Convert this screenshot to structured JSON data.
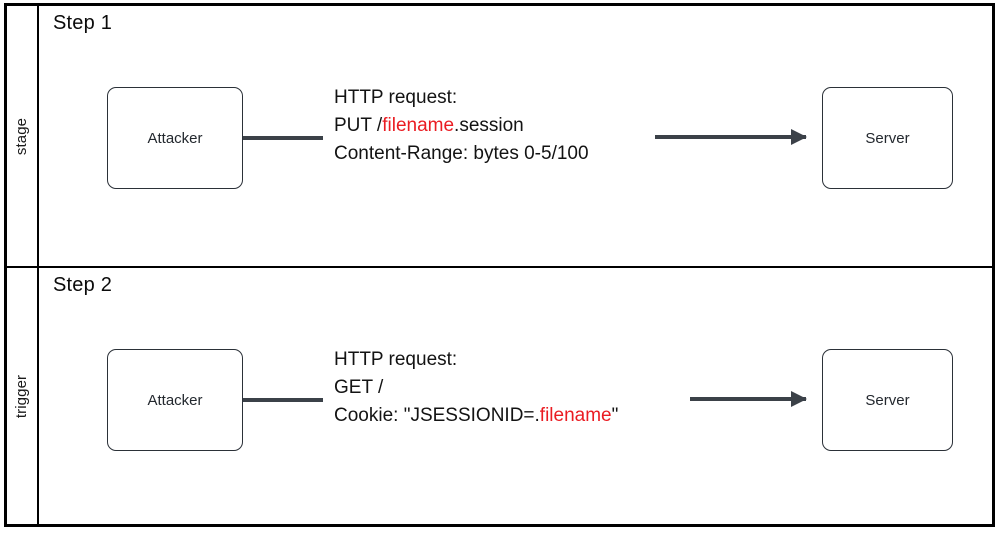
{
  "diagram": {
    "title_hidden": "",
    "accent_red": "#ea1c22",
    "line_color": "#3b4148",
    "border_color": "#000000"
  },
  "lanes": [
    {
      "id": "stage",
      "label": "stage",
      "step_title": "Step 1",
      "left_node": "Attacker",
      "right_node": "Server",
      "request": {
        "line1": "HTTP request:",
        "line2_prefix": "PUT /",
        "line2_highlight": "filename",
        "line2_suffix": ".session",
        "line3": "Content-Range: bytes 0-5/100"
      }
    },
    {
      "id": "trigger",
      "label": "trigger",
      "step_title": "Step 2",
      "left_node": "Attacker",
      "right_node": "Server",
      "request": {
        "line1": "HTTP request:",
        "line2_prefix": "GET /",
        "line2_highlight": "",
        "line2_suffix": "",
        "line3_prefix": "Cookie: \"JSESSIONID=.",
        "line3_highlight": "filename",
        "line3_suffix": "\""
      }
    }
  ]
}
